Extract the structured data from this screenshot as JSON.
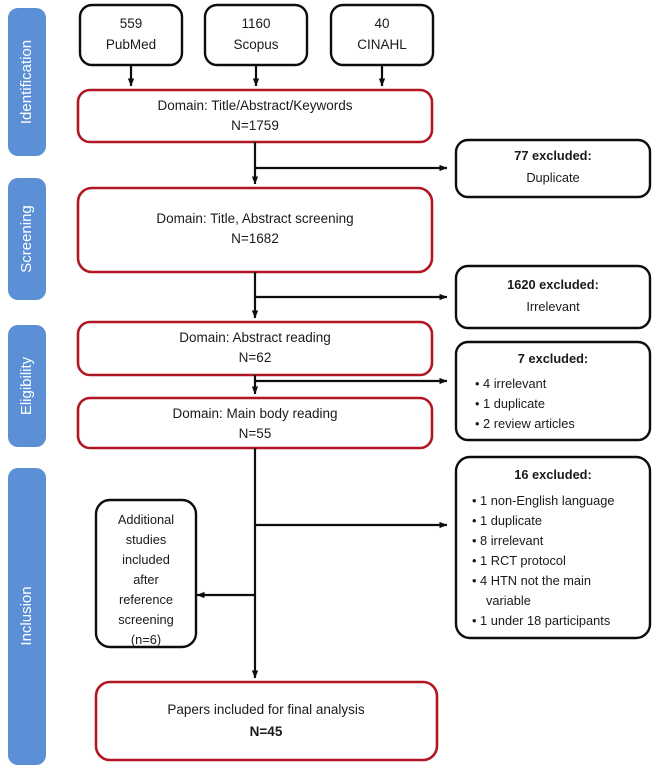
{
  "diagram": {
    "title": "PRISMA study selection flow diagram",
    "colors": {
      "stage_bar": "#5B8FD6",
      "primary_box_border": "#B01722",
      "secondary_box_border": "#0D0D0D",
      "text": "#1A1A1A",
      "background": "#FFFFFF"
    },
    "stages": [
      {
        "id": "identification",
        "label": "Identification"
      },
      {
        "id": "screening",
        "label": "Screening"
      },
      {
        "id": "eligibility",
        "label": "Eligibility"
      },
      {
        "id": "inclusion",
        "label": "Inclusion"
      }
    ],
    "sources": [
      {
        "id": "pubmed",
        "count": "559",
        "name": "PubMed"
      },
      {
        "id": "scopus",
        "count": "1160",
        "name": "Scopus"
      },
      {
        "id": "cinahl",
        "count": "40",
        "name": "CINAHL"
      }
    ],
    "flow_nodes": [
      {
        "id": "records-identified",
        "line1": "Domain: Title/Abstract/Keywords",
        "line2": "N=1759"
      },
      {
        "id": "title-abstract-screening",
        "line1": "Domain: Title, Abstract screening",
        "line2": "N=1682"
      },
      {
        "id": "abstract-reading",
        "line1": "Domain: Abstract reading",
        "line2": "N=62"
      },
      {
        "id": "main-body-reading",
        "line1": "Domain: Main body reading",
        "line2": "N=55"
      }
    ],
    "additional_studies": {
      "id": "additional-studies",
      "lines": [
        "Additional",
        "studies",
        "included",
        "after",
        "reference",
        "screening",
        "(n=6)"
      ]
    },
    "exclusions": [
      {
        "id": "excluded-duplicate",
        "heading": "77 excluded:",
        "subtitle": "Duplicate",
        "items": []
      },
      {
        "id": "excluded-irrelevant",
        "heading": "1620 excluded:",
        "subtitle": "Irrelevant",
        "items": []
      },
      {
        "id": "excluded-abstract-reading",
        "heading": "7 excluded:",
        "subtitle": "",
        "items": [
          "4 irrelevant",
          "1 duplicate",
          "2 review articles"
        ]
      },
      {
        "id": "excluded-main-body",
        "heading": "16 excluded:",
        "subtitle": "",
        "items": [
          "1 non-English language",
          "1 duplicate",
          "8 irrelevant",
          "1 RCT protocol",
          "4 HTN not the main",
          "variable",
          "1 under 18 participants"
        ]
      }
    ],
    "final": {
      "id": "final-analysis",
      "line1": "Papers included for final analysis",
      "line2": "N=45"
    }
  }
}
